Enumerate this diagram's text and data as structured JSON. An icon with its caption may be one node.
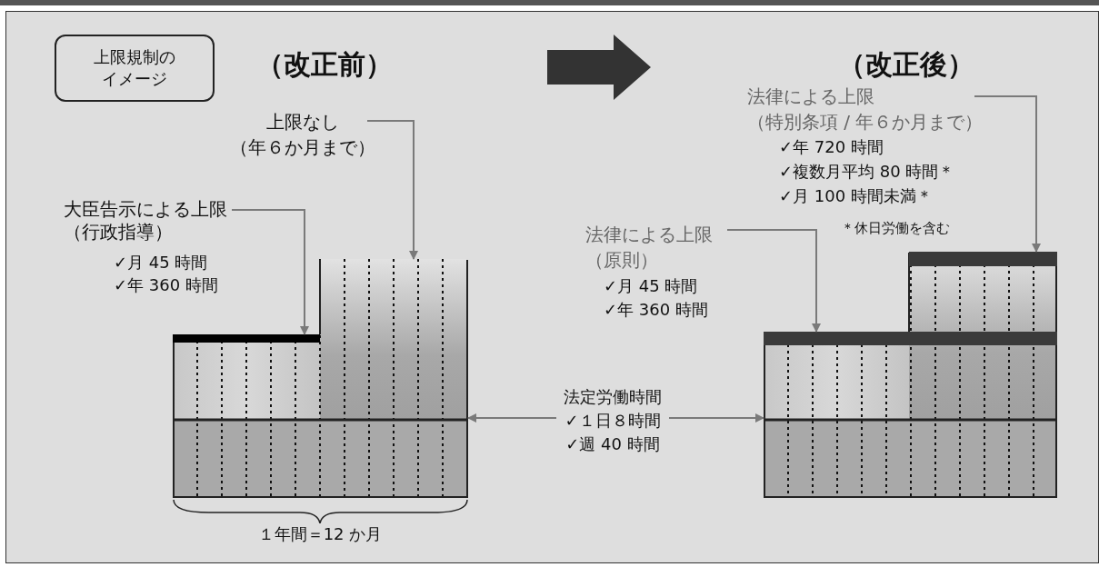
{
  "diagram": {
    "nodes": [
      {
        "text": [
          "上限規制のイメージ"
        ]
      },
      {
        "text": [
          "上限なし",
          "（年６か月まで）"
        ]
      },
      {
        "text": [
          "大臣告示による上限",
          "（行政指導）",
          "✓月 45 時間",
          "✓年 360 時間"
        ]
      },
      {
        "text": [],
        "shape": "box"
      },
      {
        "text": [],
        "shape": "bar",
        "in": 3
      },
      {
        "text": [
          "法定労働時間",
          "✓１日８時間",
          "✓週 40 時間"
        ]
      },
      {
        "text": [
          "法律による上限",
          "（特別条項 / 年６か月まで）",
          "✓年 720 時間",
          "✓複数月平均 80 時間＊",
          "✓月 100 時間未満＊"
        ],
        "beside": [
          "＊休日労働を含む"
        ]
      },
      {
        "text": [
          "法律による上限",
          "（原則）",
          "✓月 45 時間",
          "✓年 360 時間"
        ]
      },
      {
        "text": [],
        "shape": "box"
      },
      {
        "text": [],
        "shape": "bar",
        "in": 8
      },
      {
        "text": [],
        "shape": "bar",
        "in": 8
      }
    ],
    "edges": [
      {
        "from": 1,
        "to": 3,
        "arrow": "to"
      },
      {
        "from": 2,
        "to": 4,
        "arrow": "to"
      },
      {
        "from": 5,
        "to": 3,
        "arrow": "to"
      },
      {
        "from": 5,
        "to": 8,
        "arrow": "to"
      },
      {
        "from": 7,
        "to": 10,
        "arrow": "to"
      },
      {
        "from": 6,
        "to": 9,
        "arrow": "to"
      }
    ],
    "labels": [
      "（改正前）",
      "（改正後）",
      "１年間＝12 か月"
    ]
  }
}
